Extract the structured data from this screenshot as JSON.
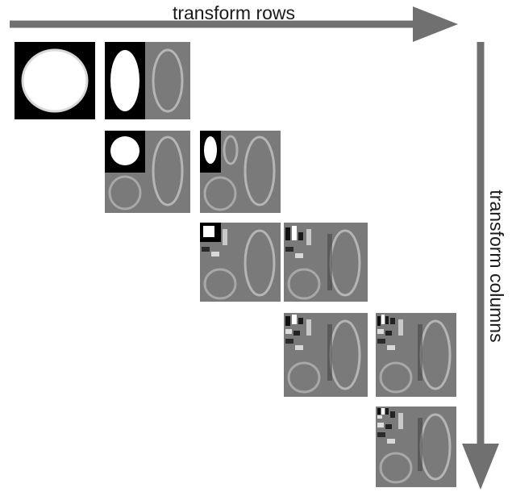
{
  "labels": {
    "rows": "transform rows",
    "columns": "transform columns"
  },
  "colors": {
    "arrow": "#707070",
    "tile_background": "#7a7a7a",
    "tile_light": "#b0b0b0",
    "original_background": "#000000",
    "original_shape": "#ffffff"
  },
  "tiles": [
    {
      "stage": "original",
      "level": 0
    },
    {
      "stage": "row-transform",
      "level": 1
    },
    {
      "stage": "column-transform",
      "level": 1
    },
    {
      "stage": "row-transform",
      "level": 2
    },
    {
      "stage": "column-transform",
      "level": 2
    },
    {
      "stage": "row-transform",
      "level": 3
    },
    {
      "stage": "column-transform",
      "level": 3
    },
    {
      "stage": "row-transform",
      "level": 4
    },
    {
      "stage": "column-transform",
      "level": 4
    }
  ]
}
